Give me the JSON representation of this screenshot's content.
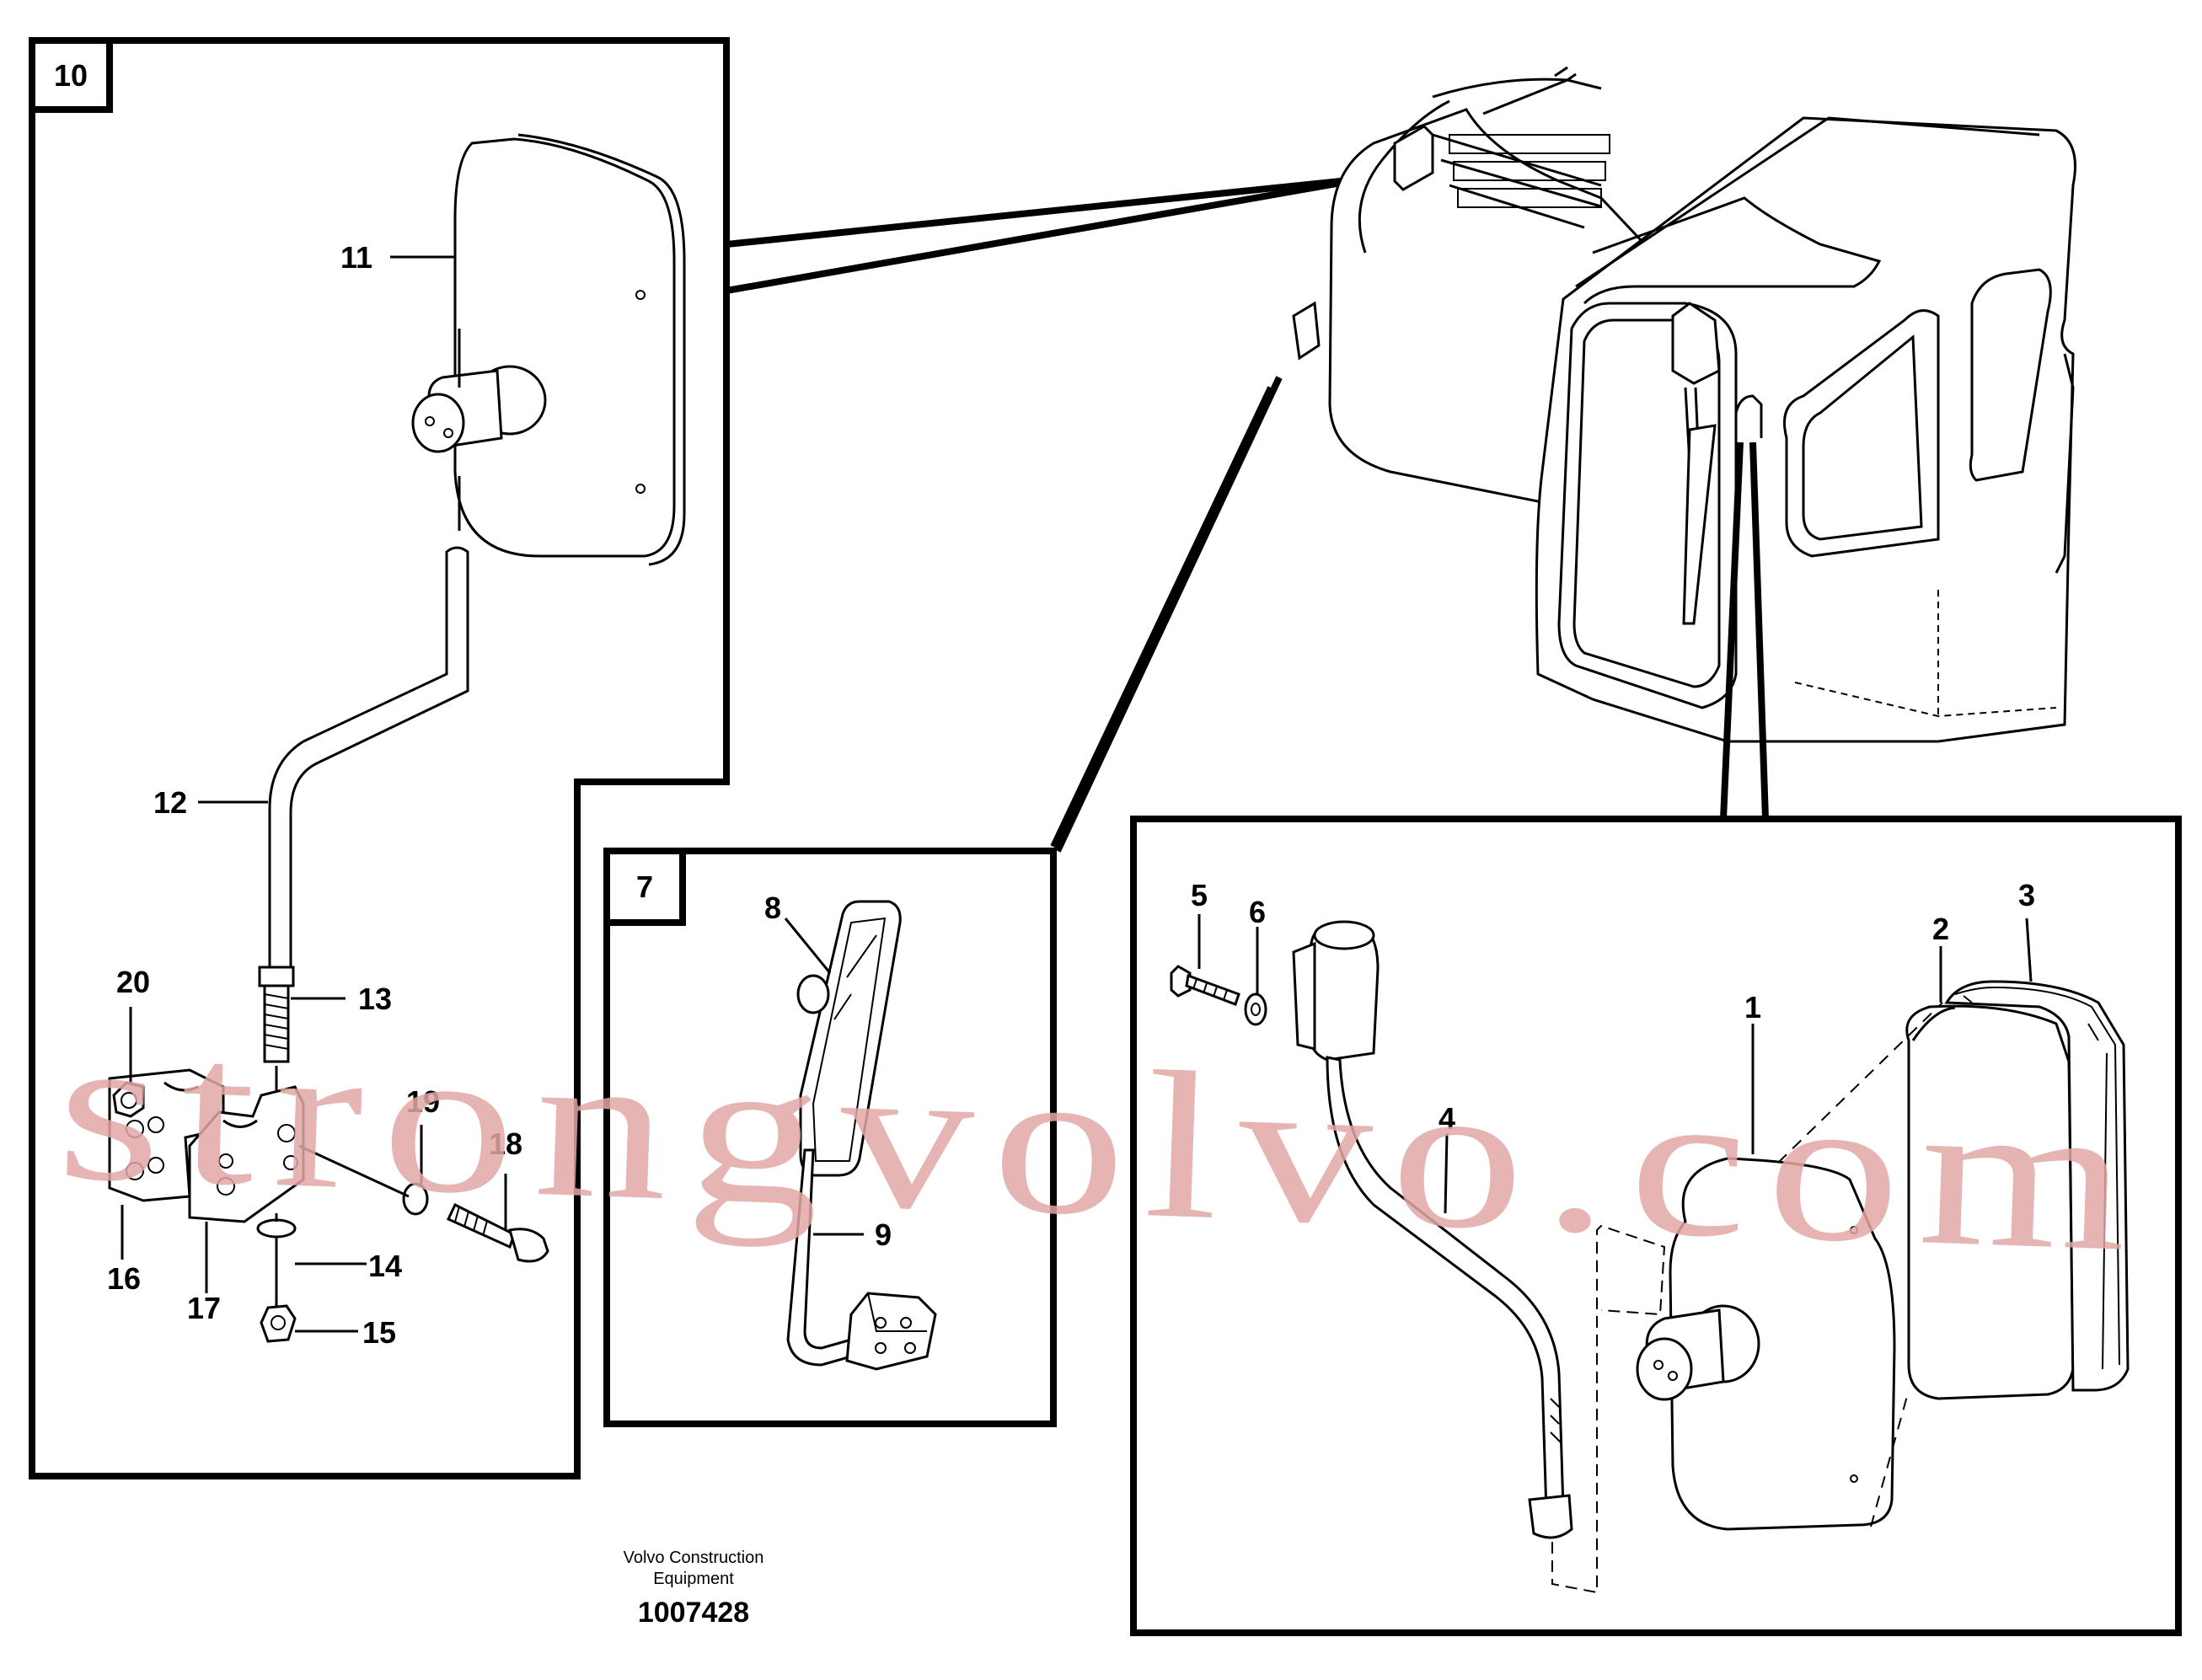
{
  "insets": [
    {
      "id": "10",
      "label": "10"
    },
    {
      "id": "7",
      "label": "7"
    }
  ],
  "callouts": [
    "1",
    "2",
    "3",
    "4",
    "5",
    "6",
    "8",
    "9",
    "11",
    "12",
    "13",
    "14",
    "15",
    "16",
    "17",
    "18",
    "19",
    "20"
  ],
  "callout_map": {
    "c1": "1",
    "c2": "2",
    "c3": "3",
    "c4": "4",
    "c5": "5",
    "c6": "6",
    "c8": "8",
    "c9": "9",
    "c11": "11",
    "c12": "12",
    "c13": "13",
    "c14": "14",
    "c15": "15",
    "c16": "16",
    "c17": "17",
    "c18": "18",
    "c19": "19",
    "c20": "20"
  },
  "footer": {
    "line1": "Volvo Construction",
    "line2": "Equipment",
    "number": "1007428"
  },
  "watermark": "strongvolvo.com",
  "colors": {
    "ink": "#000000",
    "watermark": "#e3a7a7",
    "background": "#ffffff"
  }
}
